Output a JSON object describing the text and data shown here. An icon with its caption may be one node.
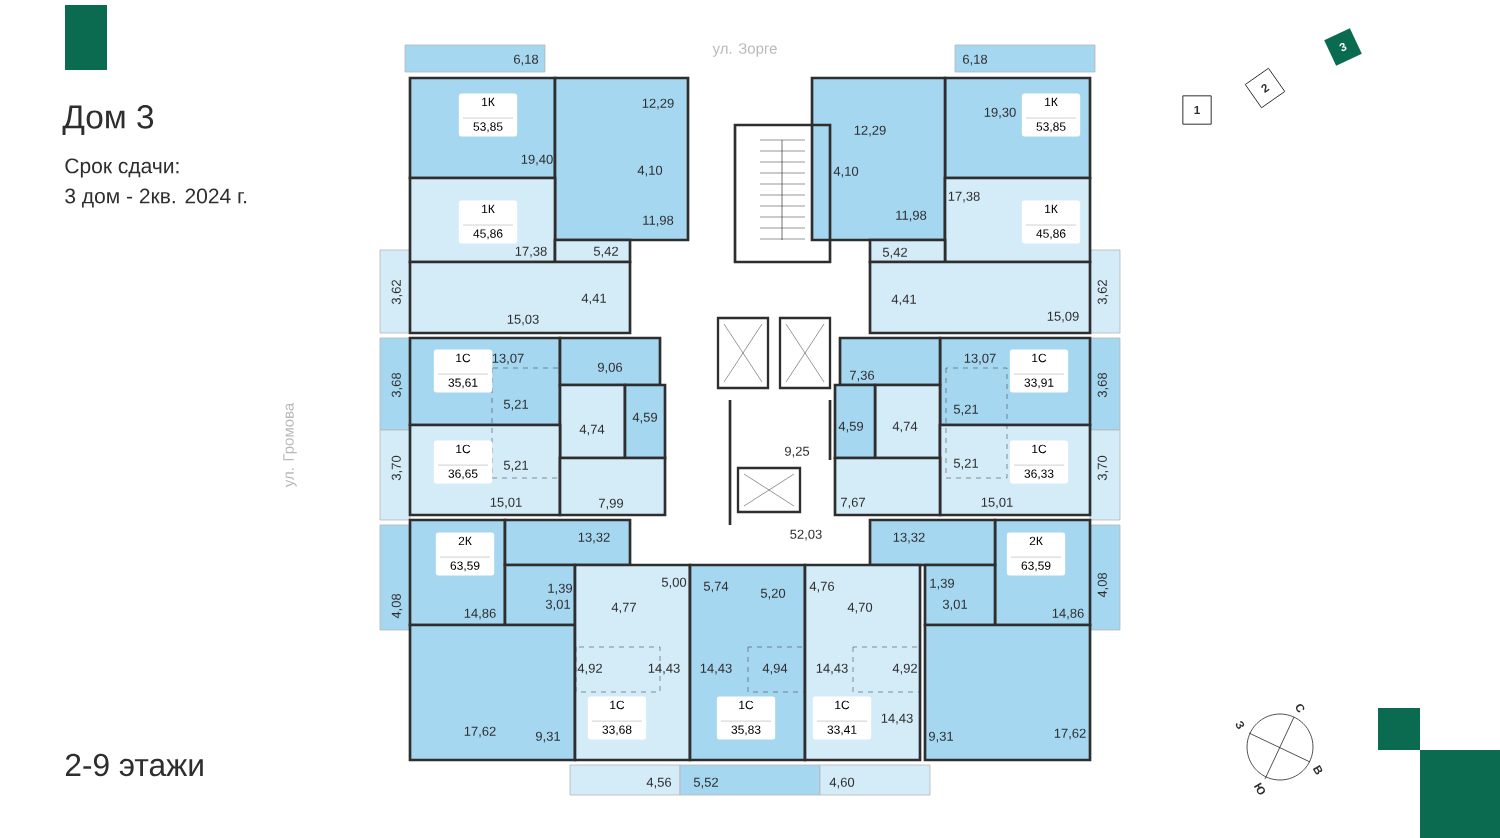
{
  "diagram": {
    "title": "Дом 3",
    "nodes": [
      {
        "text": [
          "1К",
          "53,85"
        ]
      },
      {
        "text": [
          "1К",
          "53,85"
        ]
      },
      {
        "text": [
          "1К",
          "45,86"
        ]
      },
      {
        "text": [
          "1К",
          "45,86"
        ]
      },
      {
        "text": [
          "1С",
          "35,61"
        ]
      },
      {
        "text": [
          "1С",
          "33,91"
        ]
      },
      {
        "text": [
          "1С",
          "36,65"
        ]
      },
      {
        "text": [
          "1С",
          "36,33"
        ]
      },
      {
        "text": [
          "2К",
          "63,59"
        ]
      },
      {
        "text": [
          "2К",
          "63,59"
        ]
      },
      {
        "text": [
          "1С",
          "33,68"
        ]
      },
      {
        "text": [
          "1С",
          "35,83"
        ]
      },
      {
        "text": [
          "1С",
          "33,41"
        ]
      },
      {
        "text": [
          "3"
        ]
      },
      {
        "text": [
          "2"
        ]
      },
      {
        "text": [
          "1"
        ]
      }
    ],
    "labels": [
      "Срок сдачи:",
      "3 дом - 2кв. 2024 г.",
      "ул. Зорге",
      "6,18",
      "6,18",
      "12,29",
      "12,29",
      "19,30",
      "19,40",
      "4,10",
      "4,10",
      "17,38",
      "11,98",
      "11,98",
      "17,38",
      "5,42",
      "5,42",
      "3,62",
      "4,41",
      "4,41",
      "3,62",
      "15,03",
      "15,09",
      "13,07",
      "9,06",
      "7,36",
      "13,07",
      "3,68",
      "5,21",
      "4,74",
      "4,59",
      "4,59",
      "4,74",
      "5,21",
      "3,68",
      "ул. Громова",
      "3,70",
      "5,21",
      "9,25",
      "5,21",
      "3,70",
      "15,01",
      "7,99",
      "7,67",
      "15,01",
      "13,32",
      "52,03",
      "13,32",
      "1,39",
      "5,00",
      "5,74",
      "5,20",
      "4,76",
      "1,39",
      "4,08",
      "4,08",
      "14,86",
      "3,01",
      "4,77",
      "4,70",
      "3,01",
      "14,86",
      "4,92",
      "14,43",
      "14,43",
      "4,94",
      "14,43",
      "4,92",
      "С",
      "17,62",
      "9,31",
      "14,43",
      "9,31",
      "17,62",
      "З",
      "2-9 этажи",
      "4,56",
      "5,52",
      "4,60",
      "В",
      "Ю"
    ]
  }
}
